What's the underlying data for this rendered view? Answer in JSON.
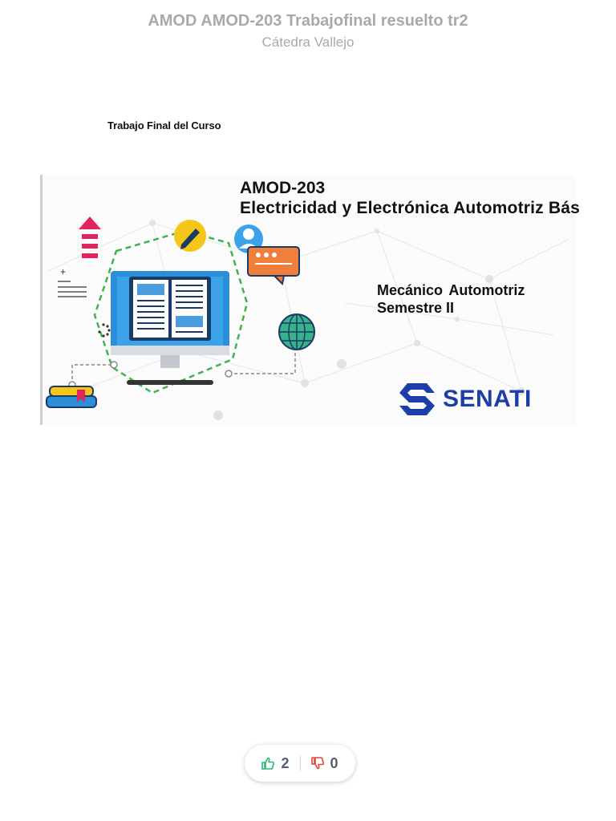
{
  "header": {
    "title": "AMOD AMOD-203 Trabajofinal resuelto tr2",
    "subtitle": "Cátedra Vallejo"
  },
  "page": {
    "label": "Trabajo Final del Curso"
  },
  "banner": {
    "course_code": "AMOD-203",
    "course_name": "Electricidad y Electrónica Automotriz Bás",
    "career": "Mecánico Automotriz",
    "semester": "Semestre II",
    "logo_text": "SENATI",
    "brand_color": "#1d3ea8"
  },
  "votes": {
    "likes": "2",
    "dislikes": "0",
    "like_color": "#2bb673",
    "dislike_color": "#e0463b",
    "like_icon": "thumbs-up-icon",
    "dislike_icon": "thumbs-down-icon"
  }
}
